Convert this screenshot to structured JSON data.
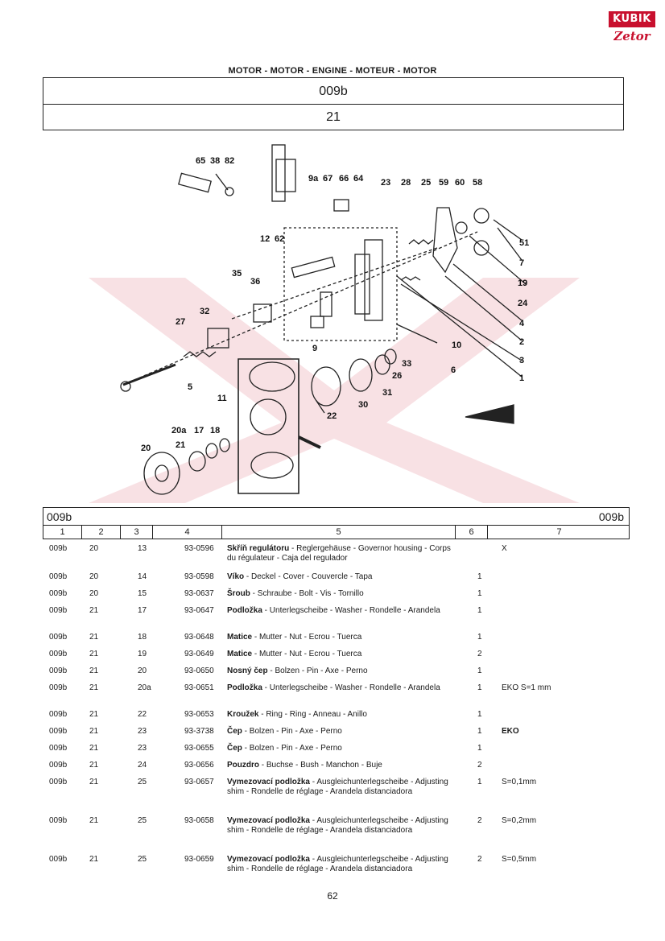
{
  "logo": {
    "top": "KUBIK",
    "bottom": "Zetor"
  },
  "title": "MOTOR - MOTOR - ENGINE - MOTEUR - MOTOR",
  "group_code": "009b",
  "sub_code": "21",
  "diagram_labels": [
    "65",
    "38",
    "82",
    "9a",
    "67",
    "66",
    "64",
    "23",
    "28",
    "25",
    "59",
    "60",
    "58",
    "51",
    "7",
    "19",
    "24",
    "4",
    "2",
    "3",
    "1",
    "12",
    "62",
    "35",
    "36",
    "32",
    "27",
    "5",
    "9",
    "10",
    "6",
    "33",
    "26",
    "31",
    "30",
    "22",
    "11",
    "20a",
    "17",
    "18",
    "21",
    "20"
  ],
  "table": {
    "left_code": "009b",
    "right_code": "009b",
    "columns": [
      "1",
      "2",
      "3",
      "4",
      "5",
      "6",
      "7"
    ],
    "rows": [
      {
        "c1": "009b",
        "c2": "20",
        "c3": "13",
        "c4": "93-0596",
        "name": "Skříň regulátoru",
        "desc": " - Reglergehäuse - Governor housing - Corps du régulateur - Caja del regulador",
        "qty": "",
        "note": "X"
      },
      {
        "c1": "009b",
        "c2": "20",
        "c3": "14",
        "c4": "93-0598",
        "name": "Víko",
        "desc": " - Deckel - Cover - Couvercle - Tapa",
        "qty": "1",
        "note": ""
      },
      {
        "c1": "009b",
        "c2": "20",
        "c3": "15",
        "c4": "93-0637",
        "name": "Šroub",
        "desc": " - Schraube - Bolt - Vis - Tornillo",
        "qty": "1",
        "note": ""
      },
      {
        "c1": "009b",
        "c2": "21",
        "c3": "17",
        "c4": "93-0647",
        "name": "Podložka",
        "desc": " - Unterlegscheibe - Washer - Rondelle - Arandela",
        "qty": "1",
        "note": ""
      },
      {
        "c1": "009b",
        "c2": "21",
        "c3": "18",
        "c4": "93-0648",
        "name": "Matice",
        "desc": " - Mutter - Nut - Ecrou - Tuerca",
        "qty": "1",
        "note": ""
      },
      {
        "c1": "009b",
        "c2": "21",
        "c3": "19",
        "c4": "93-0649",
        "name": "Matice",
        "desc": " - Mutter - Nut - Ecrou - Tuerca",
        "qty": "2",
        "note": ""
      },
      {
        "c1": "009b",
        "c2": "21",
        "c3": "20",
        "c4": "93-0650",
        "name": "Nosný čep",
        "desc": " - Bolzen - Pin - Axe - Perno",
        "qty": "1",
        "note": ""
      },
      {
        "c1": "009b",
        "c2": "21",
        "c3": "20a",
        "c4": "93-0651",
        "name": "Podložka",
        "desc": " - Unterlegscheibe - Washer - Rondelle - Arandela",
        "qty": "1",
        "note": "EKO S=1 mm"
      },
      {
        "c1": "009b",
        "c2": "21",
        "c3": "22",
        "c4": "93-0653",
        "name": "Kroužek",
        "desc": " - Ring - Ring - Anneau - Anillo",
        "qty": "1",
        "note": ""
      },
      {
        "c1": "009b",
        "c2": "21",
        "c3": "23",
        "c4": "93-3738",
        "name": "Čep",
        "desc": " - Bolzen - Pin - Axe - Perno",
        "qty": "1",
        "note": "EKO"
      },
      {
        "c1": "009b",
        "c2": "21",
        "c3": "23",
        "c4": "93-0655",
        "name": "Čep",
        "desc": " - Bolzen - Pin - Axe - Perno",
        "qty": "1",
        "note": ""
      },
      {
        "c1": "009b",
        "c2": "21",
        "c3": "24",
        "c4": "93-0656",
        "name": "Pouzdro",
        "desc": " - Buchse - Bush - Manchon - Buje",
        "qty": "2",
        "note": ""
      },
      {
        "c1": "009b",
        "c2": "21",
        "c3": "25",
        "c4": "93-0657",
        "name": "Vymezovací podložka",
        "desc": " - Ausgleichunterlegscheibe - Adjusting shim - Rondelle de réglage - Arandela distanciadora",
        "qty": "1",
        "note": "S=0,1mm"
      },
      {
        "c1": "009b",
        "c2": "21",
        "c3": "25",
        "c4": "93-0658",
        "name": "Vymezovací podložka",
        "desc": " - Ausgleichunterlegscheibe - Adjusting shim - Rondelle de réglage - Arandela distanciadora",
        "qty": "2",
        "note": "S=0,2mm"
      },
      {
        "c1": "009b",
        "c2": "21",
        "c3": "25",
        "c4": "93-0659",
        "name": "Vymezovací podložka",
        "desc": " - Ausgleichunterlegscheibe - Adjusting shim - Rondelle de réglage - Arandela distanciadora",
        "qty": "2",
        "note": "S=0,5mm"
      }
    ]
  },
  "page_number": "62"
}
